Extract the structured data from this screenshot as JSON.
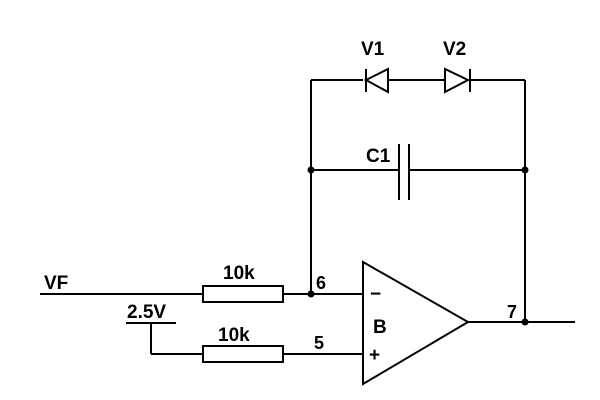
{
  "diagram": {
    "input_label": "VF",
    "reference_label": "2.5V",
    "resistor_top_label": "10k",
    "resistor_bottom_label": "10k",
    "capacitor_label": "C1",
    "diode1_label": "V1",
    "diode2_label": "V2",
    "opamp_label": "B",
    "opamp_minus": "−",
    "opamp_plus": "+",
    "pin_inverting": "6",
    "pin_noninverting": "5",
    "pin_output": "7"
  }
}
